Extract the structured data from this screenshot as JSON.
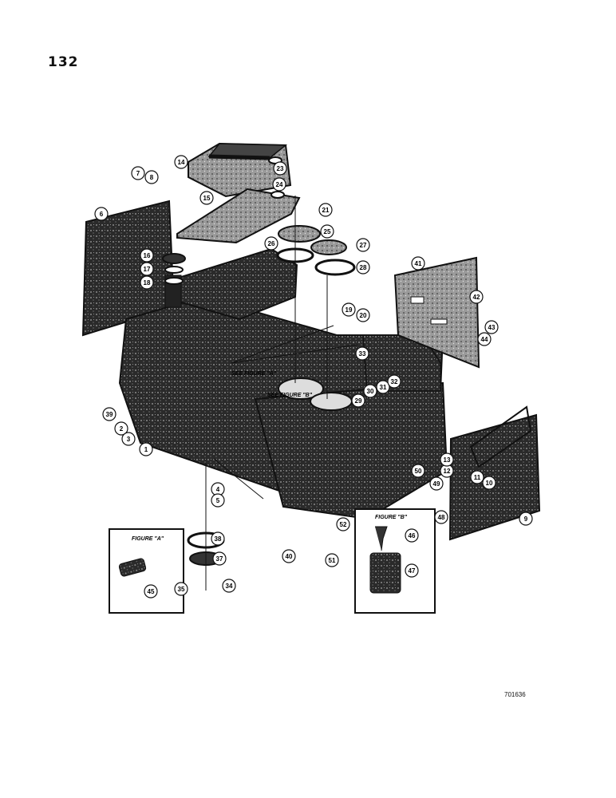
{
  "page_number": "132",
  "reference_code": "701636",
  "callouts": [
    "1",
    "2",
    "3",
    "4",
    "5",
    "6",
    "7",
    "8",
    "9",
    "10",
    "11",
    "12",
    "13",
    "14",
    "15",
    "16",
    "17",
    "18",
    "19",
    "20",
    "21",
    "23",
    "24",
    "25",
    "26",
    "27",
    "28",
    "29",
    "30",
    "31",
    "32",
    "33",
    "34",
    "35",
    "37",
    "38",
    "39",
    "40",
    "41",
    "42",
    "43",
    "44",
    "45",
    "46",
    "47",
    "48",
    "49",
    "50",
    "51",
    "52"
  ],
  "see_figure_a": "SEE FIGURE \"A\"",
  "see_figure_b": "SEE FIGURE \"B\"",
  "figure_a_title": "FIGURE \"A\"",
  "figure_b_title": "FIGURE \"B\""
}
